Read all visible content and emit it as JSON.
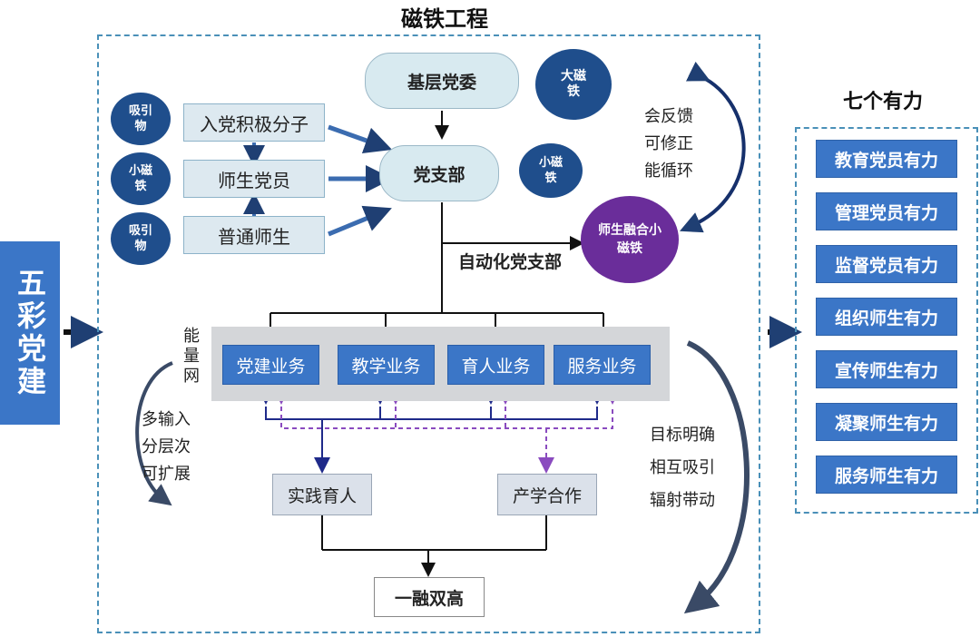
{
  "title": "磁铁工程",
  "left_label": "五彩党建",
  "right_title": "七个有力",
  "right_items": [
    "教育党员有力",
    "管理党员有力",
    "监督党员有力",
    "组织师生有力",
    "宣传师生有力",
    "凝聚师生有力",
    "服务师生有力"
  ],
  "top_node": "基层党委",
  "big_magnet": "大磁铁",
  "branch_node": "党支部",
  "small_magnet": "小磁铁",
  "auto_branch": "自动化党支部",
  "fusion_magnet": "师生融合小磁铁",
  "feedback": [
    "会反馈",
    "可修正",
    "能循环"
  ],
  "left_rows": [
    {
      "circle": "吸引物",
      "label": "入党积极分子"
    },
    {
      "circle": "小磁铁",
      "label": "师生党员"
    },
    {
      "circle": "吸引物",
      "label": "普通师生"
    }
  ],
  "energy_net": "能量网",
  "left_notes": [
    "多输入",
    "分层次",
    "可扩展"
  ],
  "business": [
    "党建业务",
    "教学业务",
    "育人业务",
    "服务业务"
  ],
  "outputs": [
    "实践育人",
    "产学合作"
  ],
  "final": "一融双高",
  "right_notes": [
    "目标明确",
    "相互吸引",
    "辐射带动"
  ],
  "colors": {
    "dark_blue": "#1f4e8c",
    "mid_blue": "#3b76c7",
    "purple": "#6a2d9a",
    "navy_line": "#1f2a8a",
    "dashed_purple": "#8a4bbf"
  }
}
